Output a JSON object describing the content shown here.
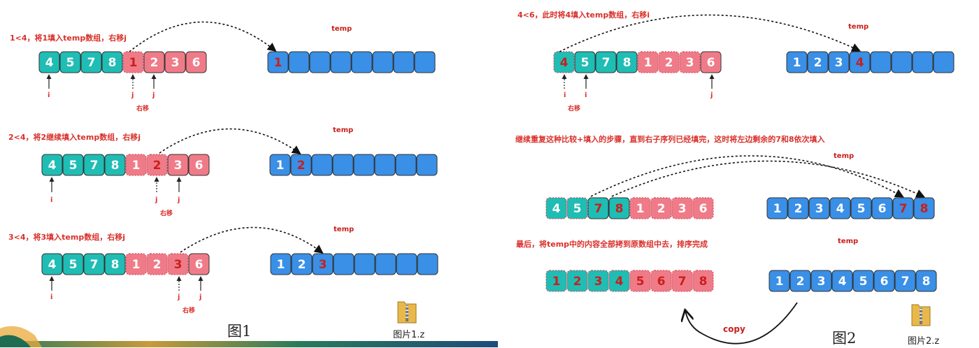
{
  "fig1": {
    "title": "图1",
    "file_label": "图片1.z",
    "steps": [
      {
        "caption": "1<4，将1填入temp数组，右移j",
        "temp_label": "temp",
        "array": [
          "4",
          "5",
          "7",
          "8",
          "1",
          "2",
          "3",
          "6"
        ],
        "temp": [
          "1",
          "",
          "",
          "",
          "",
          "",
          "",
          ""
        ],
        "pointer_i": "i",
        "pointer_j": "j",
        "pointer_j2": "j",
        "move_label": "右移"
      },
      {
        "caption": "2<4，将2继续填入temp数组，右移j",
        "temp_label": "temp",
        "array": [
          "4",
          "5",
          "7",
          "8",
          "1",
          "2",
          "3",
          "6"
        ],
        "temp": [
          "1",
          "2",
          "",
          "",
          "",
          "",
          "",
          ""
        ],
        "pointer_i": "i",
        "pointer_j": "j",
        "pointer_j2": "j",
        "move_label": "右移"
      },
      {
        "caption": "3<4，将3填入temp数组，右移j",
        "temp_label": "temp",
        "array": [
          "4",
          "5",
          "7",
          "8",
          "1",
          "2",
          "3",
          "6"
        ],
        "temp": [
          "1",
          "2",
          "3",
          "",
          "",
          "",
          "",
          ""
        ],
        "pointer_i": "i",
        "pointer_j": "j",
        "pointer_j2": "j",
        "move_label": "右移"
      }
    ]
  },
  "fig2": {
    "title": "图2",
    "file_label": "图片2.z",
    "step1": {
      "caption": "4<6，此时将4填入temp数组，右移i",
      "temp_label": "temp",
      "array": [
        "4",
        "5",
        "7",
        "8",
        "1",
        "2",
        "3",
        "6"
      ],
      "temp": [
        "1",
        "2",
        "3",
        "4",
        "",
        "",
        "",
        ""
      ],
      "pointer_i": "i",
      "pointer_i2": "i",
      "pointer_j": "j",
      "move_label": "右移"
    },
    "step2": {
      "caption": "继续重复这种比较+填入的步骤，直到右子序列已经填完，这时将左边剩余的7和8依次填入",
      "temp_label": "temp",
      "array": [
        "4",
        "5",
        "7",
        "8",
        "1",
        "2",
        "3",
        "6"
      ],
      "temp": [
        "1",
        "2",
        "3",
        "4",
        "5",
        "6",
        "7",
        "8"
      ]
    },
    "step3": {
      "caption": "最后，将temp中的内容全部拷到原数组中去，排序完成",
      "temp_label": "temp",
      "array": [
        "1",
        "2",
        "3",
        "4",
        "5",
        "6",
        "7",
        "8"
      ],
      "temp": [
        "1",
        "2",
        "3",
        "4",
        "5",
        "6",
        "7",
        "8"
      ],
      "copy_label": "copy"
    }
  },
  "colors": {
    "teal": "#1fbdb4",
    "pink": "#f07b88",
    "blue": "#3a8fe6",
    "red_text": "#c8201c",
    "white_text": "#ffffff"
  }
}
